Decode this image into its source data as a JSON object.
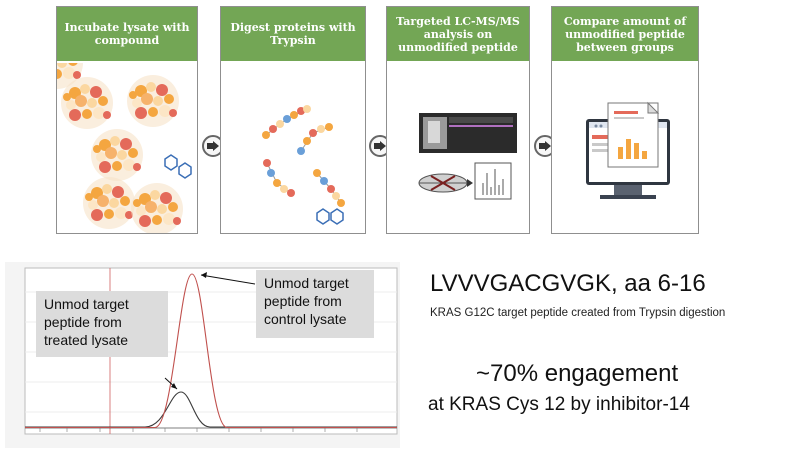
{
  "workflow": {
    "steps": [
      {
        "title": "Incubate lysate with compound"
      },
      {
        "title": "Digest proteins with Trypsin"
      },
      {
        "title": "Targeted LC-MS/MS analysis on unmodified peptide"
      },
      {
        "title": "Compare amount of unmodified peptide between groups"
      }
    ]
  },
  "callouts": {
    "treated": "Unmod target peptide from treated lysate",
    "control": "Unmod target peptide from control lysate"
  },
  "peptide": {
    "sequence": "LVVVGACGVGK, aa 6-16",
    "description": "KRAS G12C target peptide created from Trypsin digestion"
  },
  "result": {
    "engagement": "~70% engagement",
    "target": "at  KRAS Cys 12 by inhibitor-14"
  },
  "colors": {
    "header_green": "#73a655",
    "control_trace": "#c0504d",
    "treated_trace": "#3a3a3a",
    "callout_bg": "#dcdcdc"
  }
}
